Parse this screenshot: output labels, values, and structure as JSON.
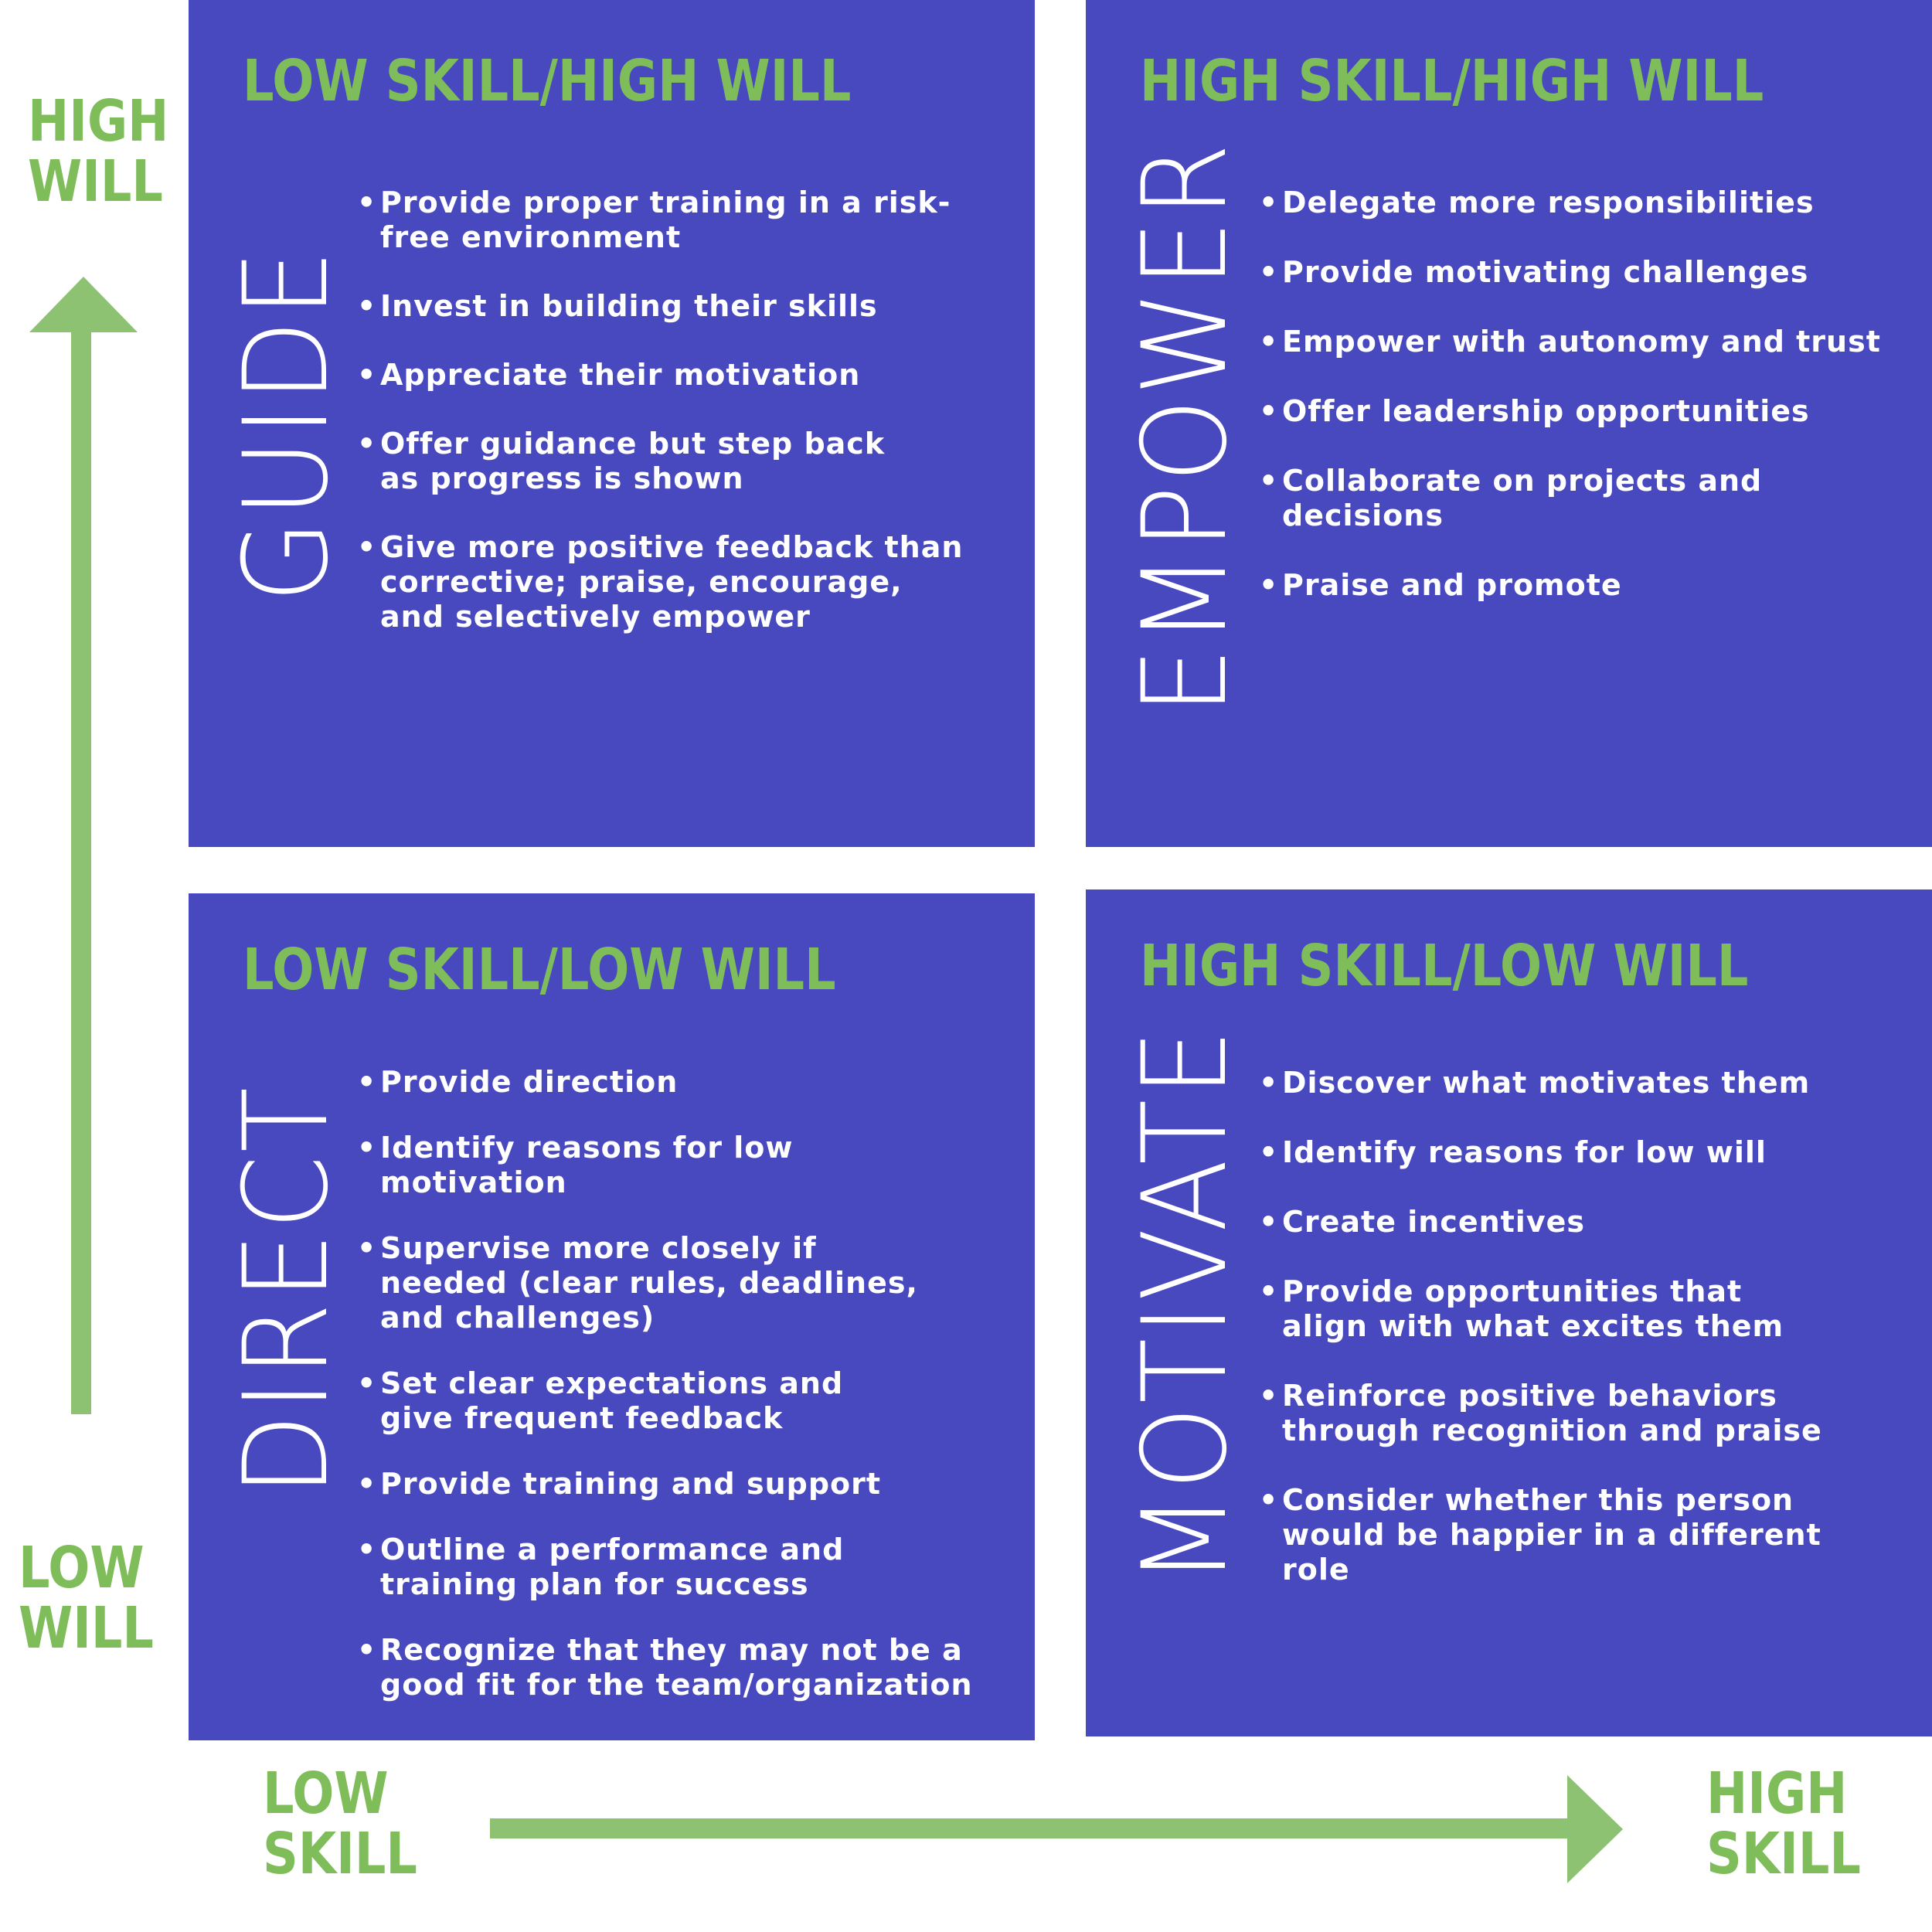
{
  "axes": {
    "y_high": {
      "line1": "HIGH",
      "line2": "WILL"
    },
    "y_low": {
      "line1": "LOW",
      "line2": "WILL"
    },
    "x_low": {
      "line1": "LOW",
      "line2": "SKILL"
    },
    "x_high": {
      "line1": "HIGH",
      "line2": "SKILL"
    },
    "colors": {
      "arrow": "#8dc272",
      "label": "#7ebd5a"
    }
  },
  "colors": {
    "quadrant_bg": "#4848bf",
    "title": "#7ebd5a",
    "text": "#ffffff"
  },
  "quadrants": {
    "top_left": {
      "title": "LOW SKILL/HIGH WILL",
      "action": "GUIDE",
      "bullets": [
        "Provide proper training in a risk-free environment",
        "Invest in building their skills",
        "Appreciate their motivation",
        "Offer guidance but step back as progress is shown",
        "Give more positive feedback than corrective; praise, encourage, and selectively empower"
      ]
    },
    "top_right": {
      "title": "HIGH SKILL/HIGH WILL",
      "action": "EMPOWER",
      "bullets": [
        "Delegate more responsibilities",
        "Provide motivating challenges",
        "Empower with autonomy and trust",
        "Offer leadership opportunities",
        "Collaborate on projects and decisions",
        "Praise and promote"
      ]
    },
    "bottom_left": {
      "title": "LOW SKILL/LOW WILL",
      "action": "DIRECT",
      "bullets": [
        "Provide direction",
        "Identify reasons for low motivation",
        "Supervise more closely if needed (clear rules, deadlines, and challenges)",
        "Set clear expectations and give frequent feedback",
        "Provide training and support",
        "Outline a performance and training plan for success",
        "Recognize that they may not be a good fit for the team/organization"
      ]
    },
    "bottom_right": {
      "title": "HIGH SKILL/LOW WILL",
      "action": "MOTIVATE",
      "bullets": [
        "Discover what motivates them",
        "Identify reasons for low will",
        "Create incentives",
        "Provide opportunities that align with what excites them",
        "Reinforce positive behaviors through recognition and praise",
        "Consider whether this person would be happier in a different role"
      ]
    }
  }
}
